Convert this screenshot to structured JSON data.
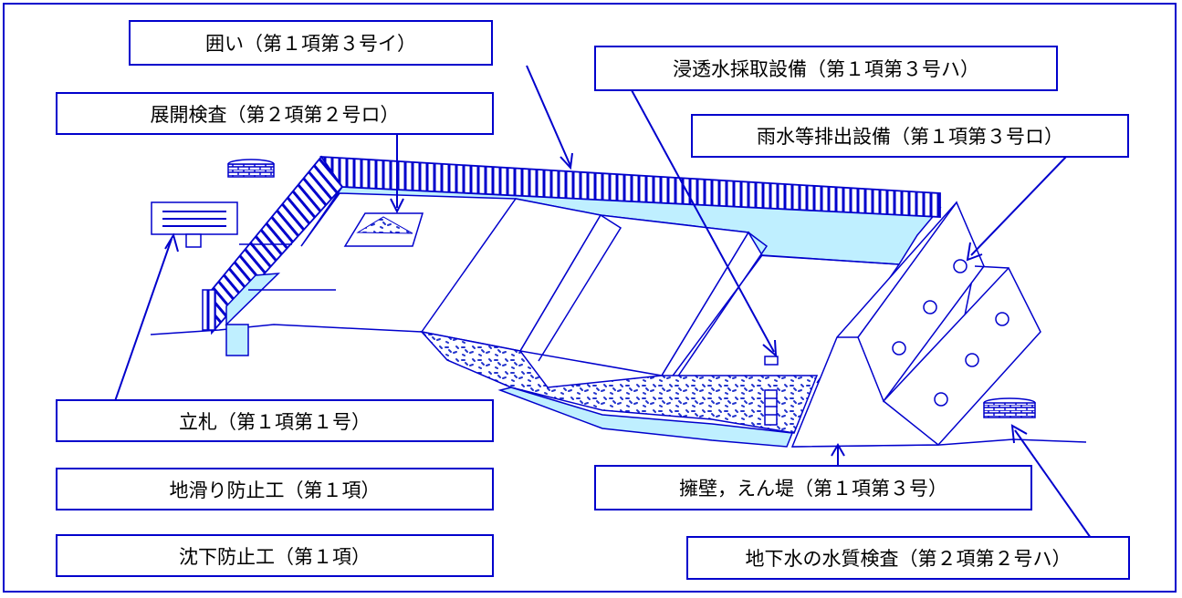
{
  "labels": {
    "kakoi": "囲い（第１項第３号イ）",
    "tenkai_kensa": "展開検査（第２項第２号ロ）",
    "shintousui": "浸透水採取設備（第１項第３号ハ）",
    "usui": "雨水等排出設備（第１項第３号ロ）",
    "tatefuda": "立札（第１項第１号）",
    "jisuberi": "地滑り防止工（第１項）",
    "chinka": "沈下防止工（第１項）",
    "youheki": "擁壁，えん堤（第１項第３号）",
    "chikasui": "地下水の水質検査（第２項第２号ハ）"
  },
  "colors": {
    "line": "#0000cc",
    "fill_light": "#bfefff",
    "fill_white": "#ffffff",
    "dot": "#2233cc"
  }
}
